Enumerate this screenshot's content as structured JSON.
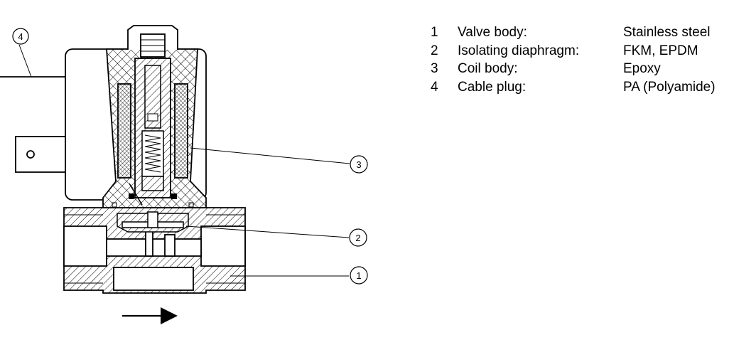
{
  "callouts": {
    "c1": "1",
    "c2": "2",
    "c3": "3",
    "c4": "4"
  },
  "legend": [
    {
      "num": "1",
      "part": "Valve body:",
      "material": "Stainless steel"
    },
    {
      "num": "2",
      "part": "Isolating diaphragm:",
      "material": "FKM, EPDM"
    },
    {
      "num": "3",
      "part": "Coil body:",
      "material": "Epoxy"
    },
    {
      "num": "4",
      "part": "Cable plug:",
      "material": "PA (Polyamide)"
    }
  ]
}
